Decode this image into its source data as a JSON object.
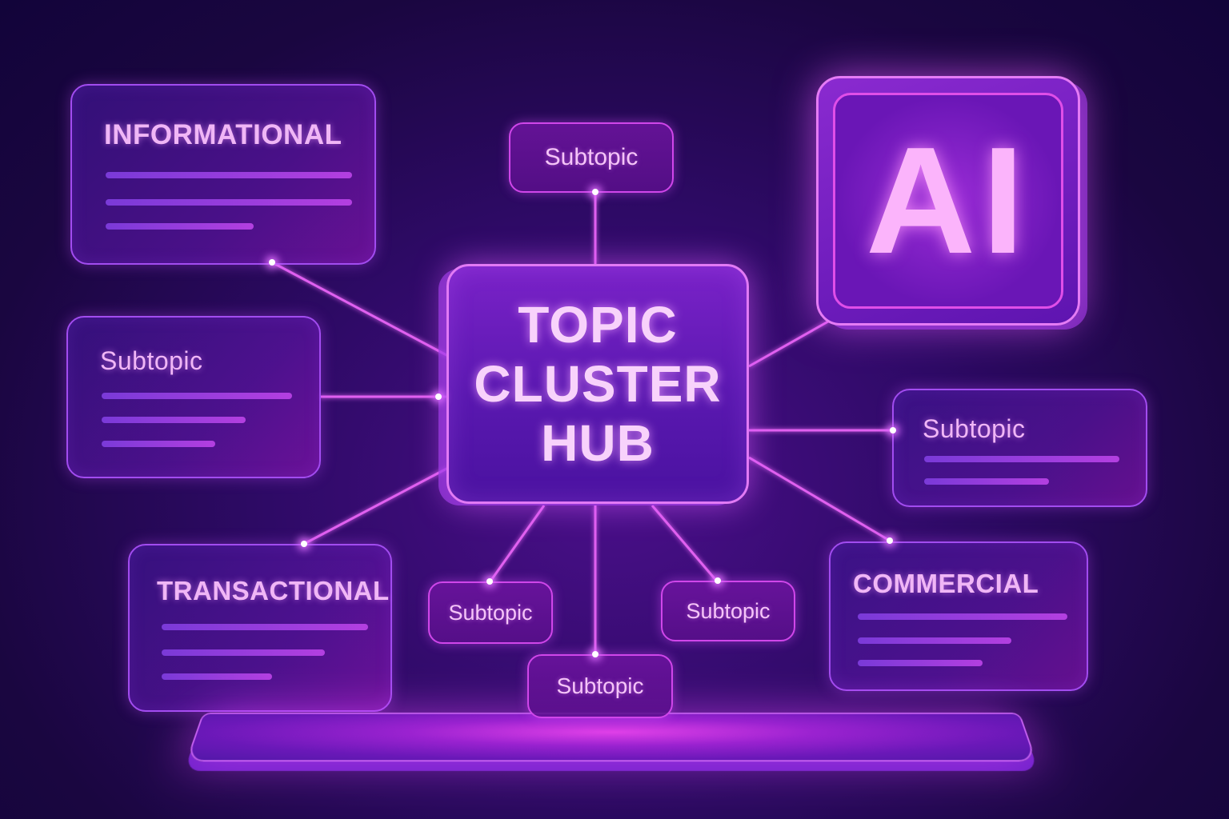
{
  "hub": {
    "lines": [
      "TOPIC",
      "CLUSTER",
      "HUB"
    ]
  },
  "ai_badge": {
    "label": "AI"
  },
  "cards": {
    "informational": {
      "title": "INFORMATIONAL",
      "bar_count": 3
    },
    "left_subtopic": {
      "title": "Subtopic",
      "bar_count": 3
    },
    "transactional": {
      "title": "TRANSACTIONAL",
      "bar_count": 3
    },
    "right_subtopic": {
      "title": "Subtopic",
      "bar_count": 2
    },
    "commercial": {
      "title": "COMMERCIAL",
      "bar_count": 3
    }
  },
  "pills": {
    "top": "Subtopic",
    "bottom_left": "Subtopic",
    "bottom_center": "Subtopic",
    "bottom_right": "Subtopic"
  },
  "colors": {
    "background": "#1a0640",
    "accent": "#d046ea",
    "text": "#f0b6f6",
    "hub_fill": "#5a18b0"
  }
}
